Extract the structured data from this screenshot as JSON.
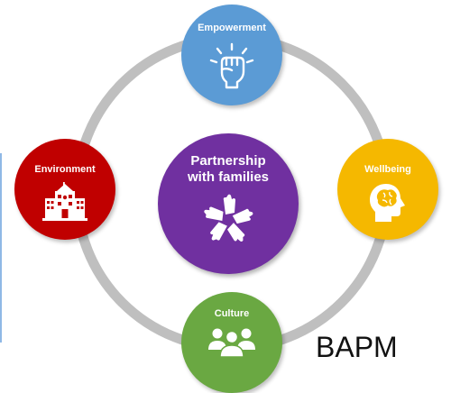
{
  "diagram": {
    "center": {
      "title_line1": "Partnership",
      "title_line2": "with families",
      "icon": "hands-together-icon"
    },
    "nodes": {
      "empowerment": {
        "label": "Empowerment",
        "icon": "raised-fist-icon",
        "color": "#5b9bd5"
      },
      "environment": {
        "label": "Environment",
        "icon": "school-building-icon",
        "color": "#c00000"
      },
      "wellbeing": {
        "label": "Wellbeing",
        "icon": "head-brain-icon",
        "color": "#f5b800"
      },
      "culture": {
        "label": "Culture",
        "icon": "group-people-icon",
        "color": "#6aa842"
      }
    },
    "ring_color": "#bfbfbf",
    "center_color": "#7030a0"
  },
  "brand": {
    "text": "BAPM"
  }
}
